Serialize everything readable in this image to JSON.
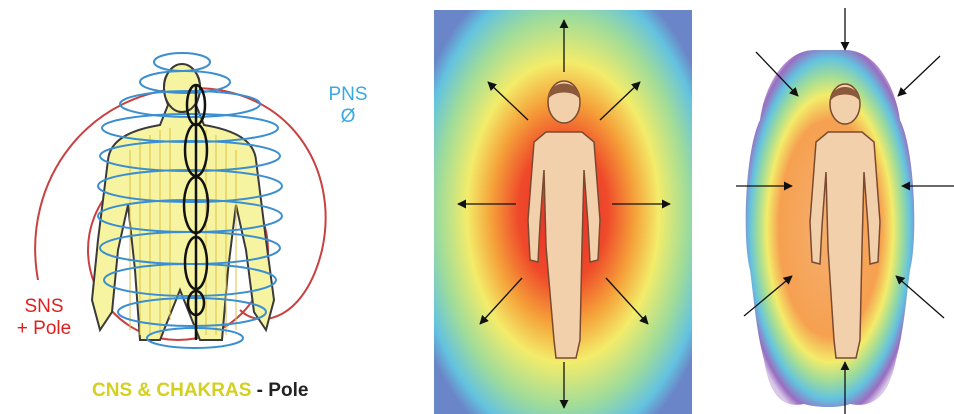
{
  "panels": {
    "left": {
      "pns": {
        "line1": "PNS",
        "line2": "Ø",
        "color": "#38a9e0"
      },
      "sns": {
        "line1": "SNS",
        "line2": "+ Pole",
        "color": "#e02020"
      },
      "cns": {
        "highlight": "CNS & CHAKRAS",
        "rest": " - Pole",
        "highlight_color": "#d4d020"
      }
    },
    "middle": {
      "arrows": "outward"
    },
    "right": {
      "arrows": "inward"
    }
  },
  "colors": {
    "skin": "#f3d0ac",
    "hair": "#8a5a3a",
    "aura_red": "#e8262a",
    "aura_yellow": "#f3ec6a",
    "aura_blue": "#63c2e0",
    "aura_purple": "#9a6cc0"
  }
}
